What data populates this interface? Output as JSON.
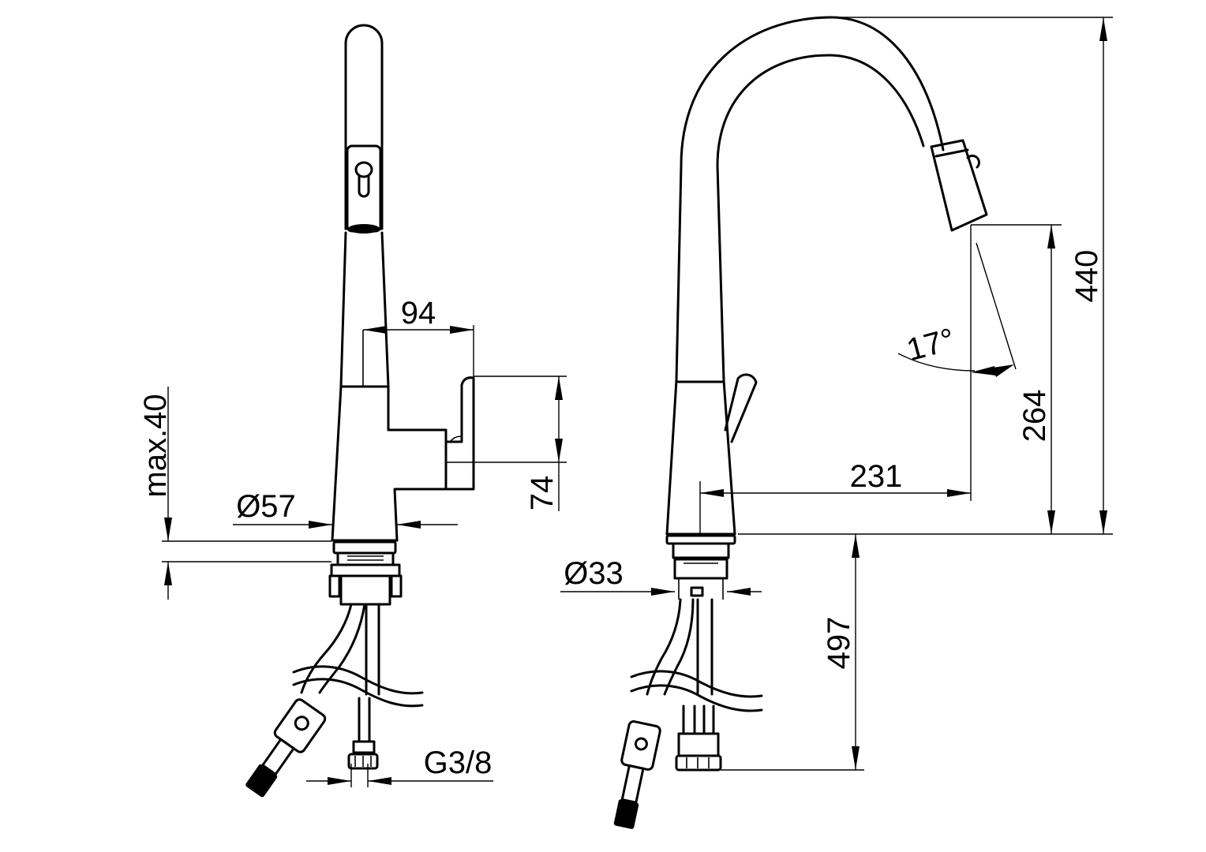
{
  "side_view": {
    "dimensions": {
      "spout_offset": "94",
      "handle_height": "74",
      "mount_thickness": "max.40",
      "base_diameter": "Ø57",
      "connection_thread": "G3/8"
    }
  },
  "front_view": {
    "dimensions": {
      "spray_angle": "17°",
      "reach": "231",
      "spout_clearance": "264",
      "total_height": "440",
      "shank_diameter": "Ø33",
      "hose_length": "497"
    }
  }
}
